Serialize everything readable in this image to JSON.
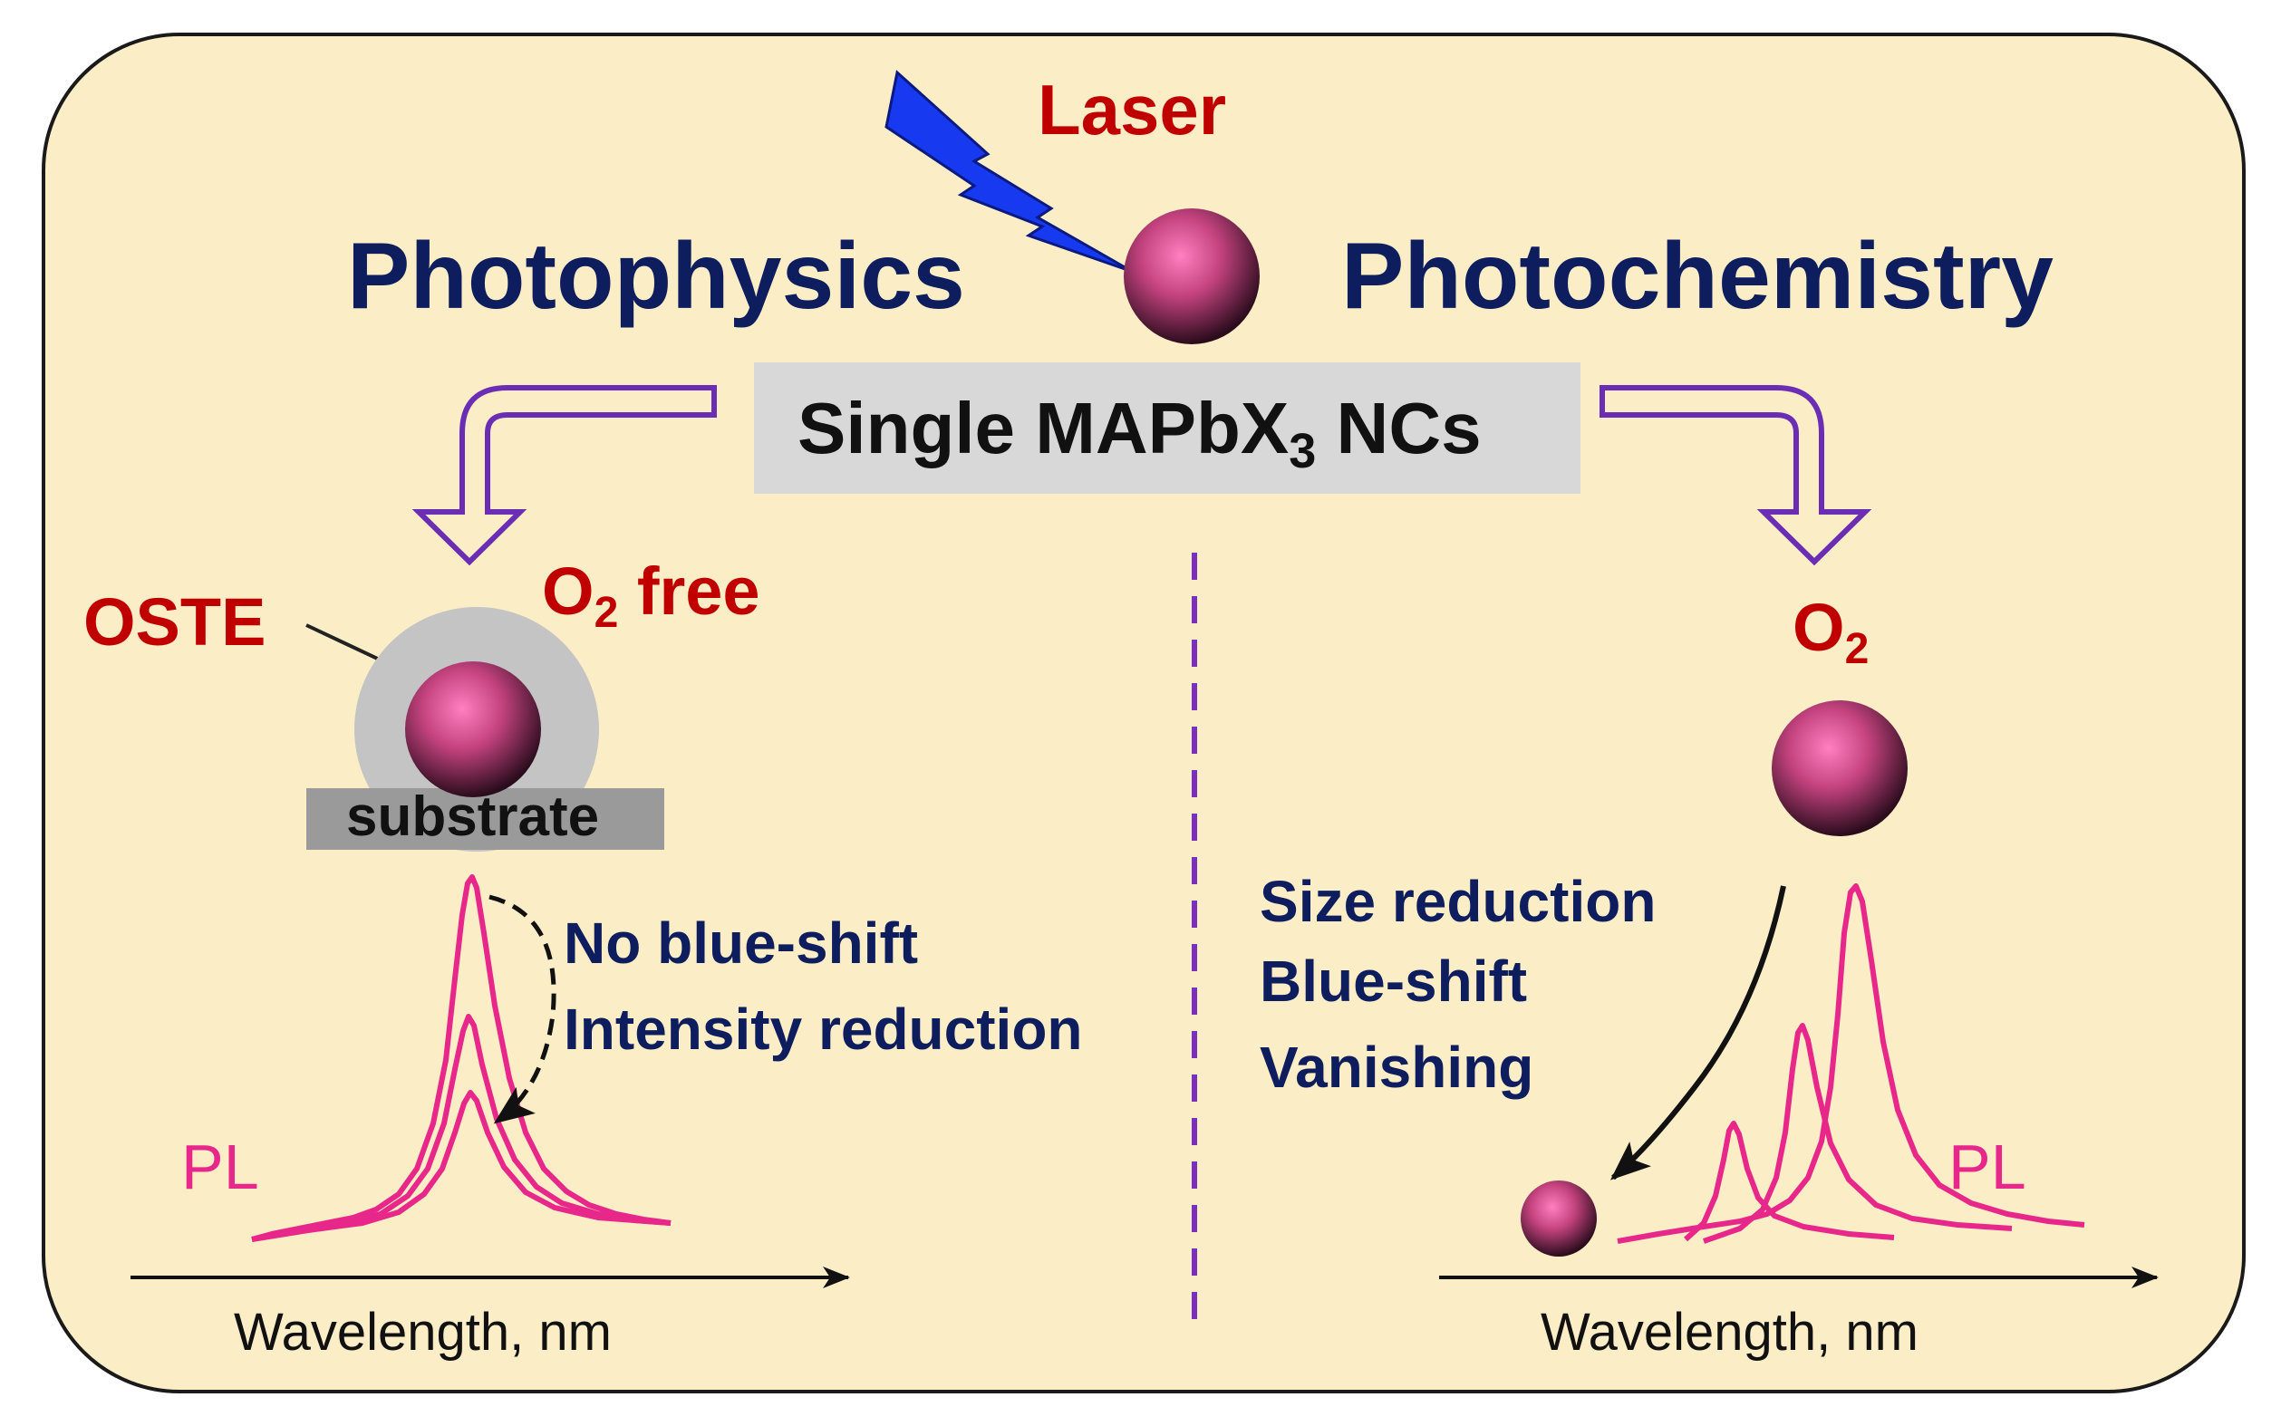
{
  "colors": {
    "panel_fill": "#fbedc6",
    "panel_border": "#1a1a1a",
    "navy": "#0d1d5e",
    "dark_red": "#c00000",
    "pink": "#e8278a",
    "purple": "#6a2db3",
    "gray_box": "#d8d8d8",
    "substrate_gray": "#9a9a9a",
    "ligand_gray": "#c4c4c4",
    "lightning_blue": "#1739f0"
  },
  "icons": [
    "lightning-bolt-icon",
    "nanocrystal-sphere-icon",
    "hollow-arrow-icon"
  ],
  "labels": {
    "laser": "Laser",
    "photophysics": "Photophysics",
    "photochemistry": "Photochemistry",
    "center_box_main": "Single MAPbX",
    "center_box_sub": "3",
    "center_box_tail": " NCs",
    "ostе_label": "OSTE",
    "o2_free_o": "O",
    "o2_free_sub": "2",
    "o2_free_tail": " free",
    "substrate": "substrate",
    "left_line1": "No blue-shift",
    "left_line2": "Intensity reduction",
    "pl_left": "PL",
    "o2_right_o": "O",
    "o2_right_sub": "2",
    "right_line1": "Size reduction",
    "right_line2": "Blue-shift",
    "right_line3": "Vanishing",
    "pl_right": "PL",
    "axis_left": "Wavelength, nm",
    "axis_right": "Wavelength, nm"
  }
}
